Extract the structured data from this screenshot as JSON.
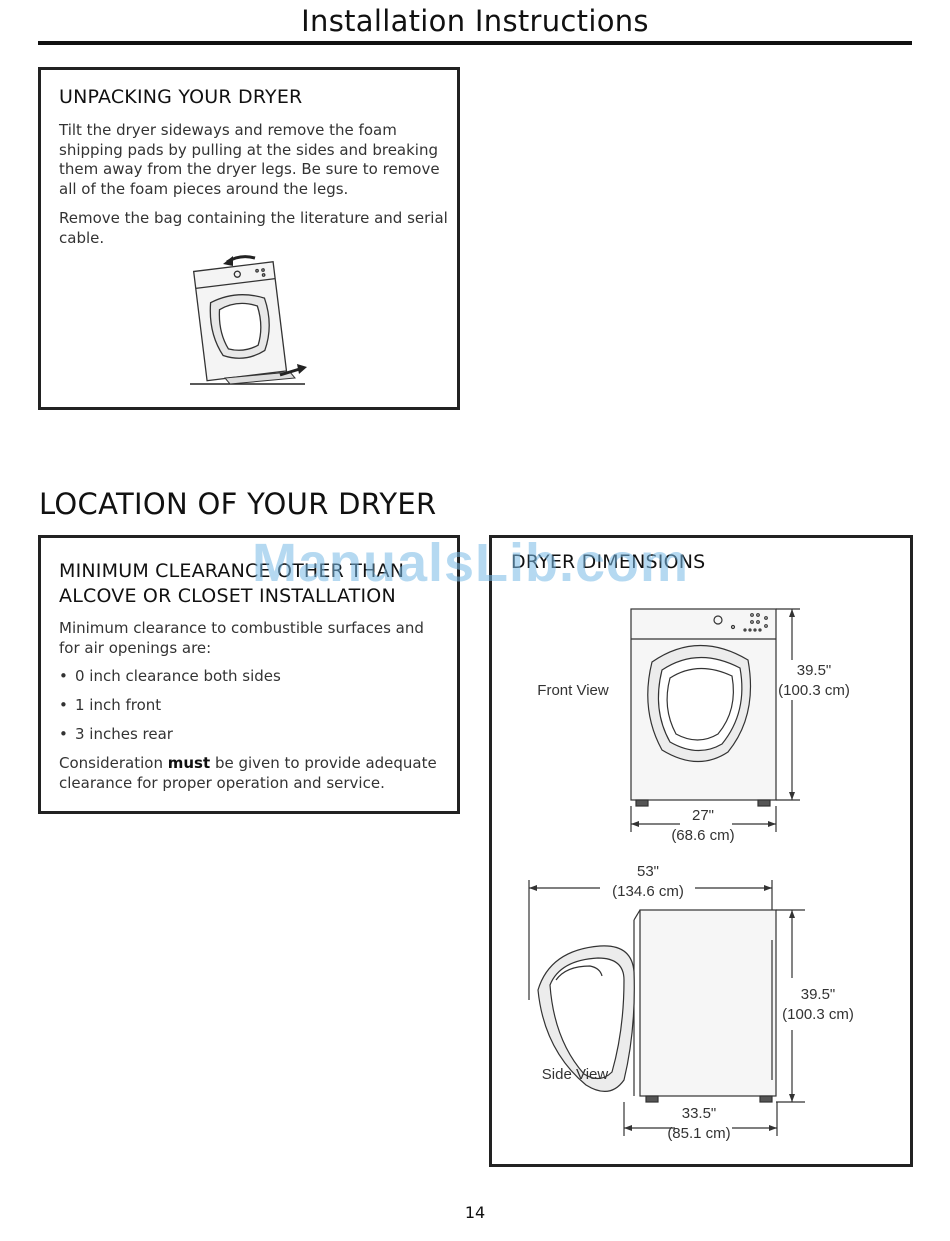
{
  "header": {
    "title": "Installation Instructions"
  },
  "unpacking": {
    "heading": "UNPACKING YOUR DRYER",
    "paragraph1": "Tilt the dryer sideways and remove the foam shipping pads by pulling at the sides and breaking them away from the dryer legs. Be sure to remove all of the foam pieces around the legs.",
    "paragraph2": "Remove the bag containing the literature and serial cable."
  },
  "location": {
    "section_title": "LOCATION OF YOUR DRYER",
    "clearance": {
      "heading_line1": "MINIMUM CLEARANCE OTHER THAN",
      "heading_line2": "ALCOVE OR CLOSET INSTALLATION",
      "intro": "Minimum clearance to combustible surfaces and for air openings are:",
      "bullets": [
        "0 inch clearance both sides",
        "1 inch front",
        "3 inches rear"
      ],
      "note_prefix": "Consideration ",
      "note_bold": "must",
      "note_suffix": " be given to provide adequate clearance for proper operation and service."
    },
    "dimensions": {
      "heading": "DRYER DIMENSIONS",
      "front_view_label": "Front View",
      "front_height": "39.5\"",
      "front_height_cm": "(100.3 cm)",
      "front_width": "27\"",
      "front_width_cm": "(68.6 cm)",
      "side_view_label": "Side View",
      "side_total_depth": "53\"",
      "side_total_depth_cm": "(134.6 cm)",
      "side_height": "39.5\"",
      "side_height_cm": "(100.3 cm)",
      "side_depth": "33.5\"",
      "side_depth_cm": "(85.1 cm)"
    }
  },
  "watermark": "ManualsLib.com",
  "page_number": "14",
  "icons": [
    "dryer-tilt-illustration",
    "dryer-front-view-illustration",
    "dryer-side-view-illustration"
  ]
}
